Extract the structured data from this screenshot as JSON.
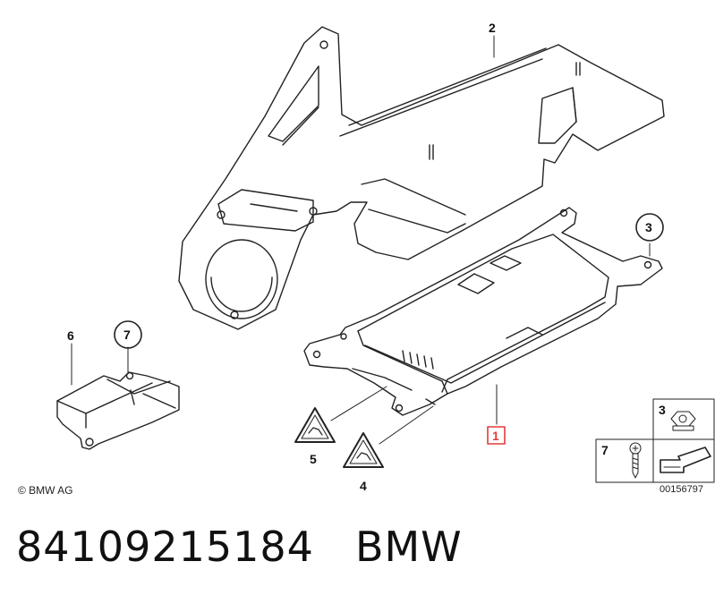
{
  "diagram": {
    "callouts": [
      {
        "id": "c1",
        "label": "1",
        "highlighted": true
      },
      {
        "id": "c2",
        "label": "2"
      },
      {
        "id": "c3",
        "label": "3",
        "circled": true
      },
      {
        "id": "c4",
        "label": "4"
      },
      {
        "id": "c5",
        "label": "5"
      },
      {
        "id": "c6",
        "label": "6"
      },
      {
        "id": "c7",
        "label": "7",
        "circled": true
      }
    ],
    "legend": {
      "nut_label": "3",
      "screw_label": "7"
    },
    "copyright": "© BMW AG",
    "reference_number": "00156797"
  },
  "footer": {
    "part_number": "84109215184",
    "brand": "BMW"
  },
  "colors": {
    "line": "#222222",
    "highlight": "#e23b3b",
    "triangle_fill": "#ffffff"
  }
}
